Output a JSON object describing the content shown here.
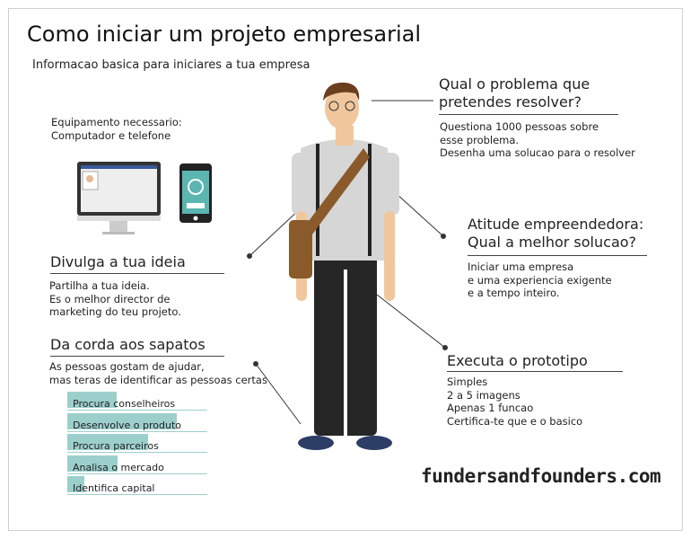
{
  "title": "Como iniciar um projeto empresarial",
  "subtitle": "Informacao basica para iniciares a tua empresa",
  "equipment": {
    "l1": "Equipamento necessario:",
    "l2": "Computador e telefone"
  },
  "problem": {
    "h1": "Qual o problema que",
    "h2": "pretendes resolver?",
    "t1": "Questiona 1000 pessoas sobre",
    "t2": "esse problema.",
    "t3": "Desenha uma solucao para o resolver"
  },
  "attitude": {
    "h1": "Atitude empreendedora:",
    "h2": "Qual a melhor solucao?",
    "t1": "Iniciar uma empresa",
    "t2": "e uma experiencia exigente",
    "t3": "e a tempo inteiro."
  },
  "divulga": {
    "h": "Divulga a tua ideia",
    "t1": "Partilha a tua ideia.",
    "t2": "Es o melhor director de",
    "t3": "marketing do teu projeto."
  },
  "corda": {
    "h": "Da corda aos sapatos",
    "t1": "As pessoas gostam de ajudar,",
    "t2": "mas teras de identificar as pessoas certas",
    "bars": [
      {
        "label": "Procura conselheiros",
        "fill": 0.35
      },
      {
        "label": "Desenvolve o produto",
        "fill": 0.78
      },
      {
        "label": "Procura parceiros",
        "fill": 0.58
      },
      {
        "label": "Analisa o mercado",
        "fill": 0.36
      },
      {
        "label": "Identifica capital",
        "fill": 0.12
      }
    ]
  },
  "prototipo": {
    "h": "Executa o prototipo",
    "t1": "Simples",
    "t2": "2 a 5 imagens",
    "t3": "Apenas 1 funcao",
    "t4": "Certifica-te que e o basico"
  },
  "brand": "fundersandfounders.com",
  "colors": {
    "accent": "#9ccfcc",
    "phone": "#5bb5b0"
  }
}
